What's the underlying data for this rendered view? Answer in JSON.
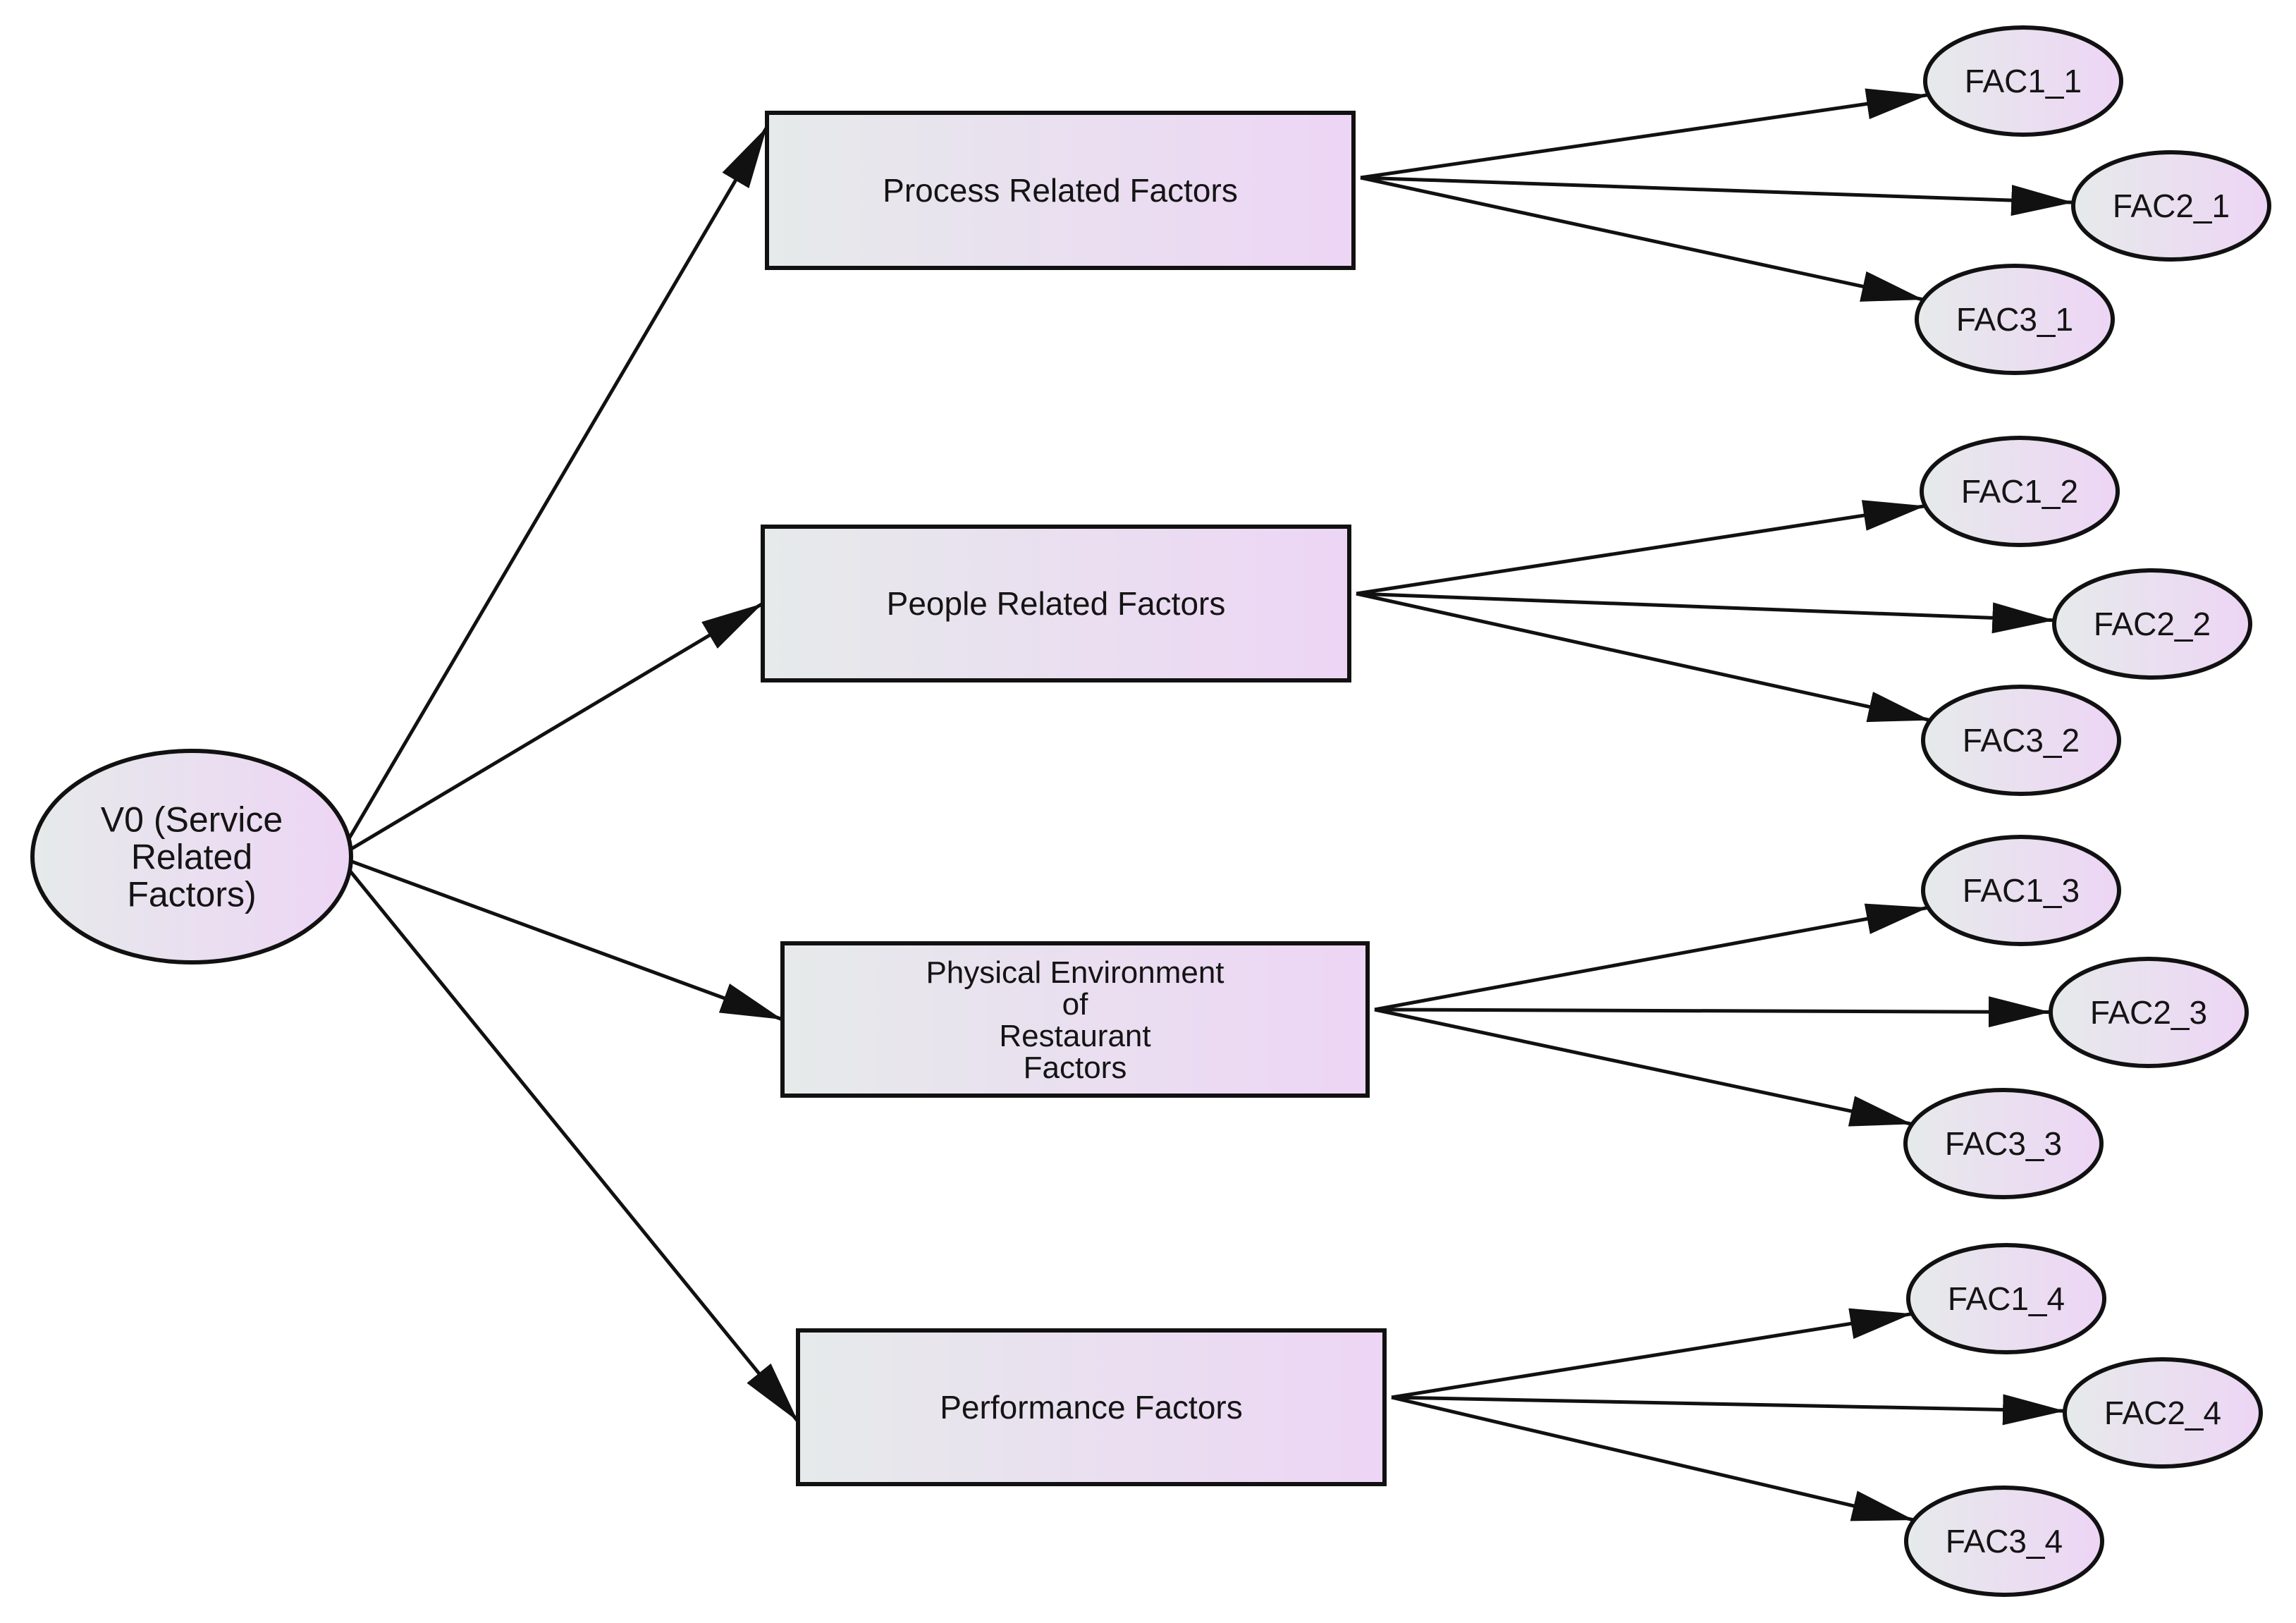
{
  "colors": {
    "node_fill_start": "#e6eaea",
    "node_fill_end": "#edd5f5",
    "stroke": "#111111",
    "text": "#141414"
  },
  "root": {
    "id": "root",
    "lines": [
      "V0 (Service",
      "Related",
      "Factors)"
    ]
  },
  "factors": [
    {
      "id": "process",
      "lines": [
        "Process Related Factors"
      ],
      "indicators": [
        {
          "id": "fac1_1",
          "label": "FAC1_1"
        },
        {
          "id": "fac2_1",
          "label": "FAC2_1"
        },
        {
          "id": "fac3_1",
          "label": "FAC3_1"
        }
      ]
    },
    {
      "id": "people",
      "lines": [
        "People Related Factors"
      ],
      "indicators": [
        {
          "id": "fac1_2",
          "label": "FAC1_2"
        },
        {
          "id": "fac2_2",
          "label": "FAC2_2"
        },
        {
          "id": "fac3_2",
          "label": "FAC3_2"
        }
      ]
    },
    {
      "id": "physical",
      "lines": [
        "Physical Environment",
        "of",
        "Restaurant",
        "Factors"
      ],
      "indicators": [
        {
          "id": "fac1_3",
          "label": "FAC1_3"
        },
        {
          "id": "fac2_3",
          "label": "FAC2_3"
        },
        {
          "id": "fac3_3",
          "label": "FAC3_3"
        }
      ]
    },
    {
      "id": "performance",
      "lines": [
        "Performance Factors"
      ],
      "indicators": [
        {
          "id": "fac1_4",
          "label": "FAC1_4"
        },
        {
          "id": "fac2_4",
          "label": "FAC2_4"
        },
        {
          "id": "fac3_4",
          "label": "FAC3_4"
        }
      ]
    }
  ]
}
